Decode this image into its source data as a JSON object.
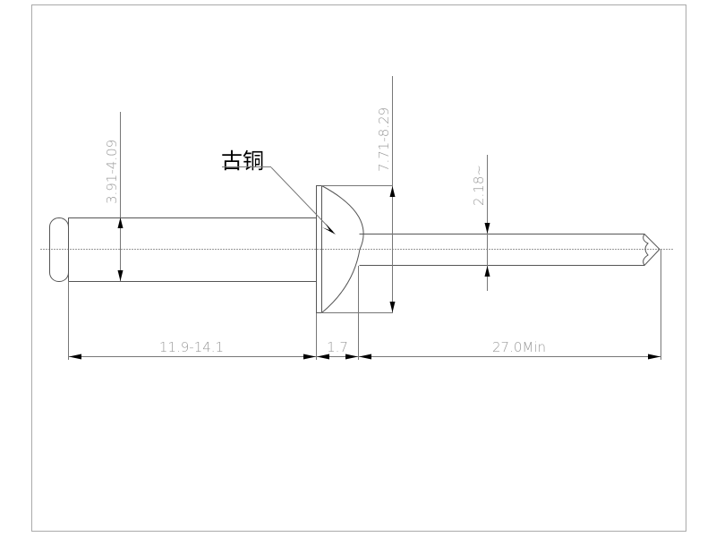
{
  "drawing": {
    "material_label": "古铜",
    "dimensions": {
      "body_diameter": "3.91-4.09",
      "head_diameter": "7.71-8.29",
      "mandrel_diameter": "2.18~",
      "body_length": "11.9-14.1",
      "head_height": "1.7",
      "mandrel_length": "27.0Min"
    }
  }
}
